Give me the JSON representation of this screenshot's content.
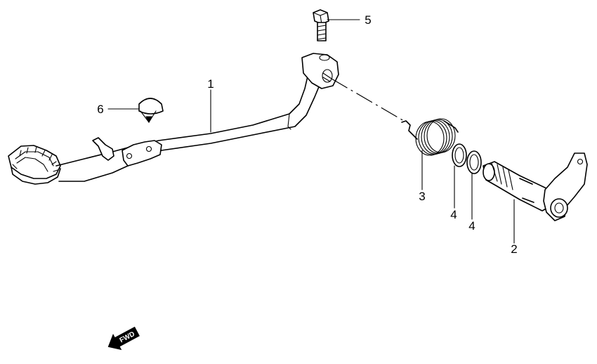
{
  "callouts": [
    {
      "id": "1",
      "label": "1"
    },
    {
      "id": "2",
      "label": "2"
    },
    {
      "id": "3",
      "label": "3"
    },
    {
      "id": "4a",
      "label": "4"
    },
    {
      "id": "4b",
      "label": "4"
    },
    {
      "id": "5",
      "label": "5"
    },
    {
      "id": "6",
      "label": "6"
    }
  ],
  "direction_indicator": {
    "label": "FWD"
  }
}
